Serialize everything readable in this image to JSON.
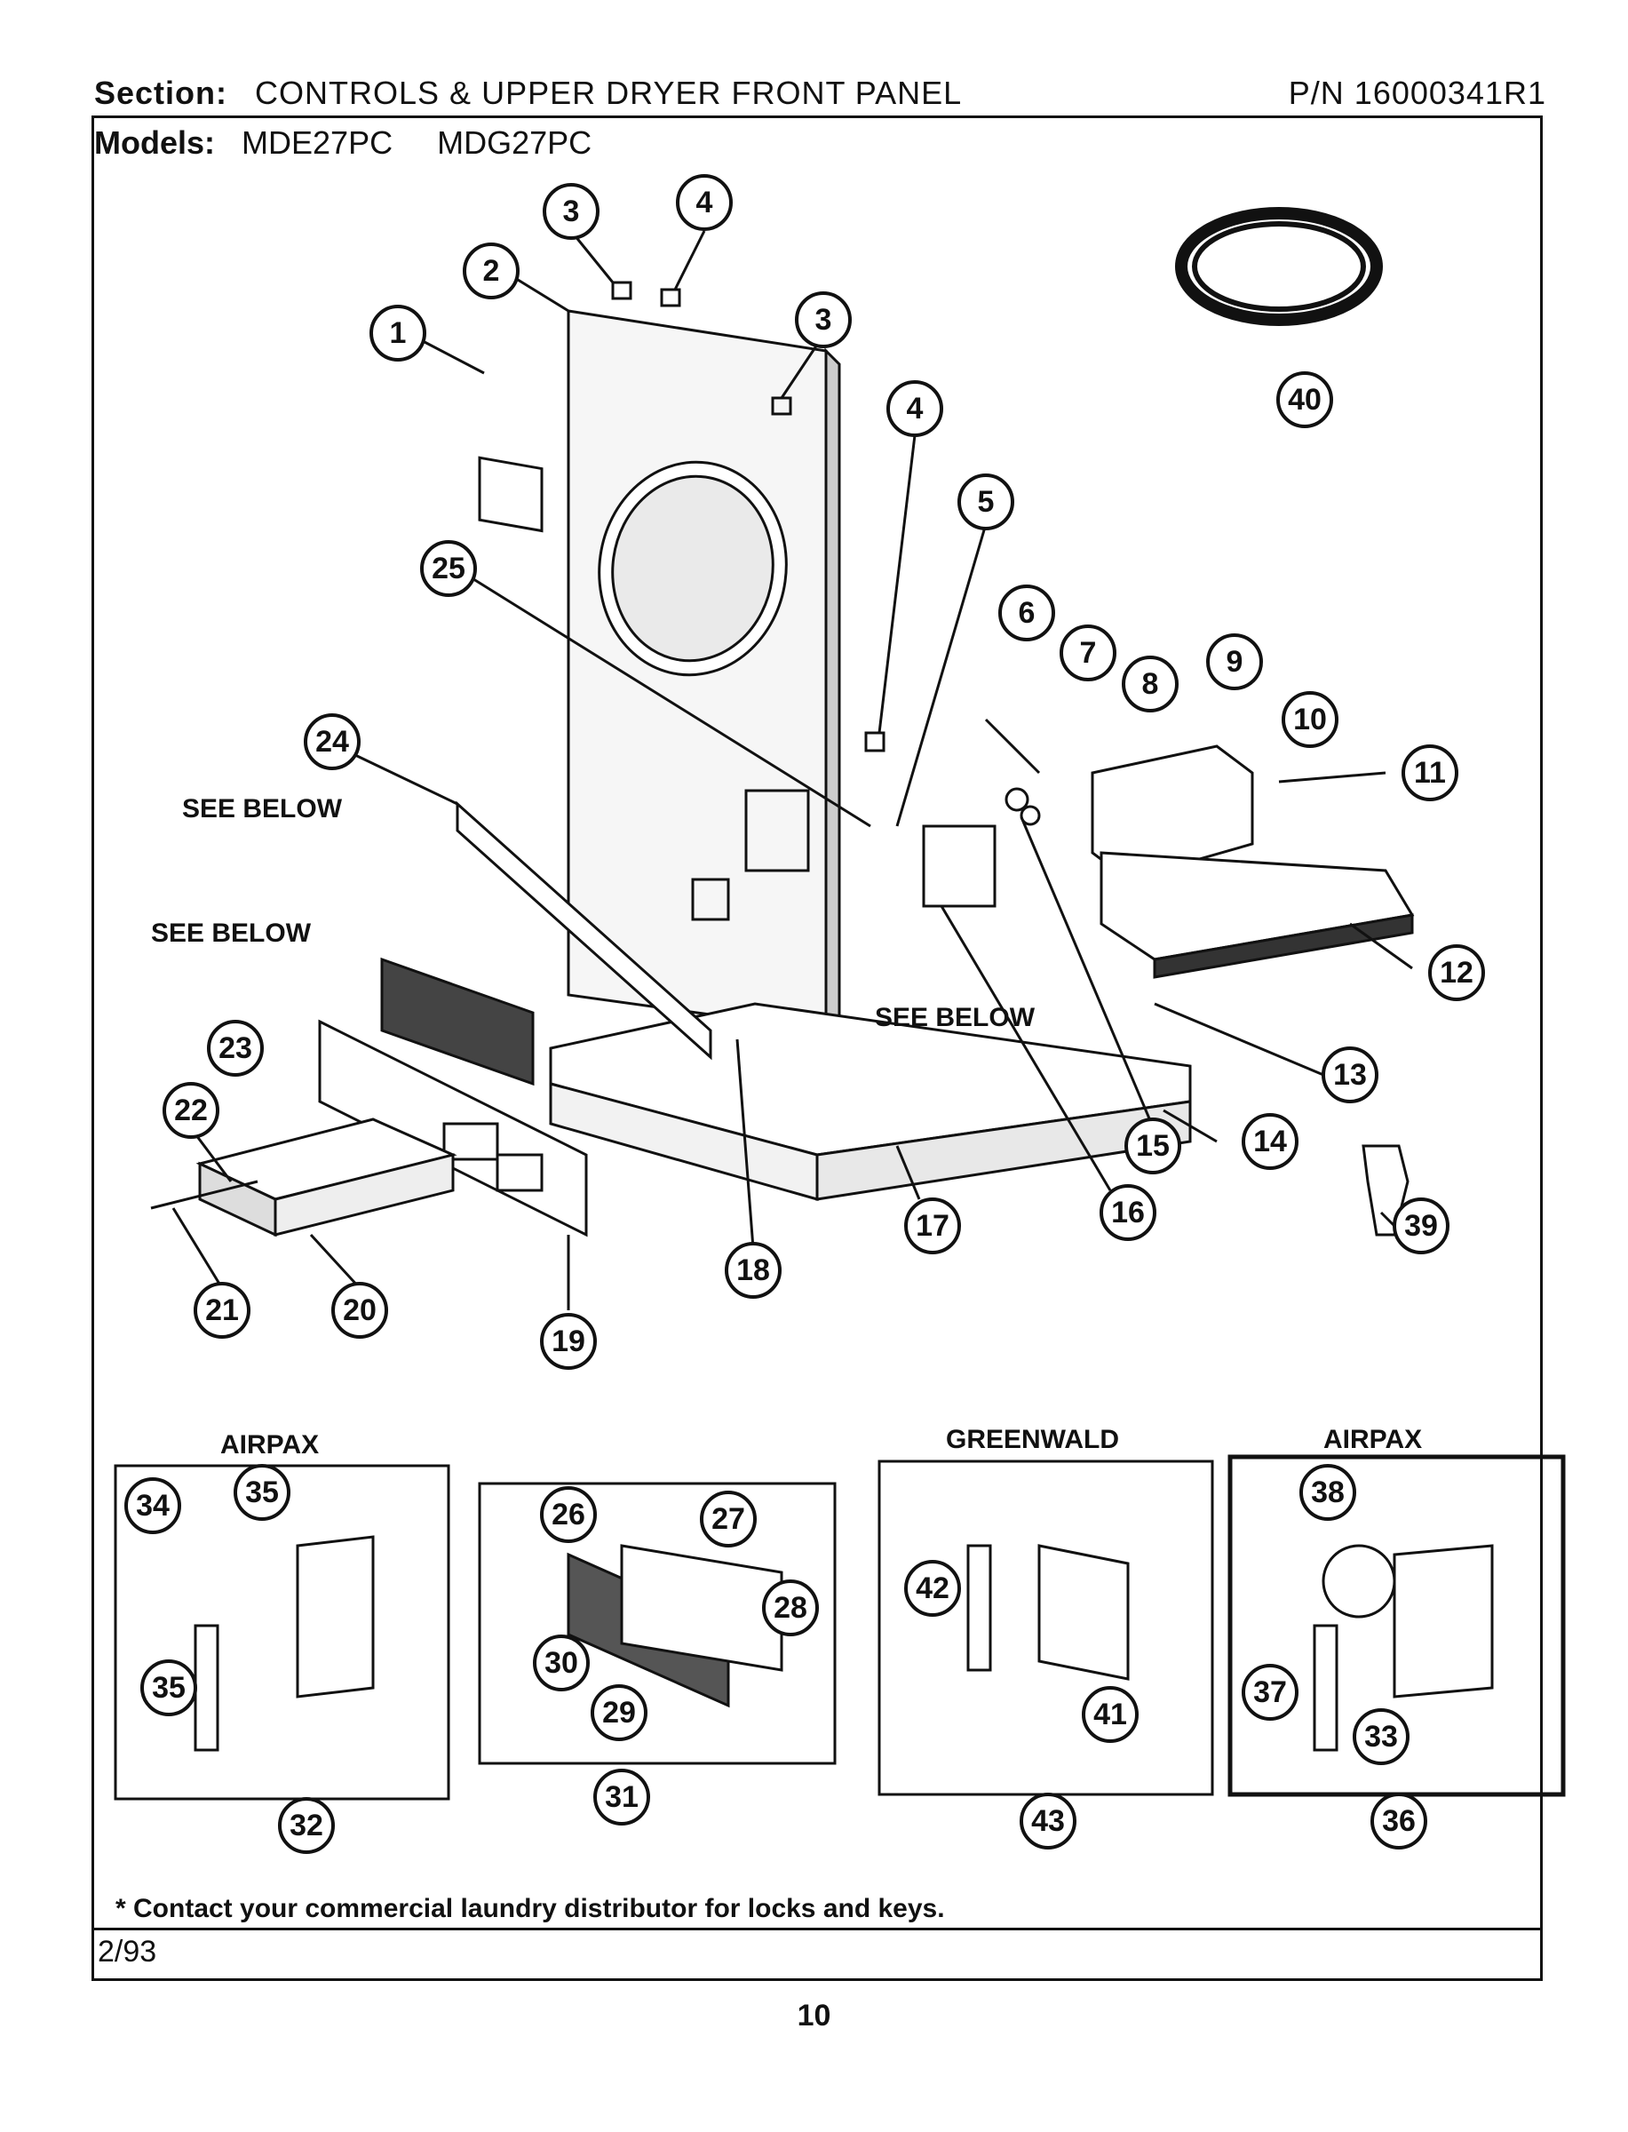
{
  "header": {
    "section_label": "Section:",
    "section_value": "CONTROLS & UPPER DRYER FRONT PANEL",
    "part_number": "P/N 16000341R1"
  },
  "models": {
    "label": "Models:",
    "values": [
      "MDE27PC",
      "MDG27PC"
    ]
  },
  "see_below": [
    "SEE BELOW",
    "SEE BELOW",
    "SEE BELOW"
  ],
  "detail_boxes": [
    {
      "title": "AIRPAX",
      "number": "32"
    },
    {
      "title": "",
      "number": "31"
    },
    {
      "title": "GREENWALD",
      "number": "43"
    },
    {
      "title": "AIRPAX",
      "number": "36"
    }
  ],
  "callouts": [
    "1",
    "2",
    "3",
    "3",
    "4",
    "4",
    "5",
    "6",
    "7",
    "8",
    "9",
    "10",
    "11",
    "12",
    "13",
    "14",
    "15",
    "16",
    "17",
    "18",
    "19",
    "20",
    "21",
    "22",
    "23",
    "24",
    "25",
    "39",
    "40",
    "34",
    "35",
    "35",
    "32",
    "26",
    "27",
    "28",
    "30",
    "29",
    "31",
    "42",
    "41",
    "43",
    "38",
    "37",
    "33",
    "36"
  ],
  "footnote": "* Contact your commercial laundry distributor for locks and keys.",
  "date": "2/93",
  "page_number": "10"
}
